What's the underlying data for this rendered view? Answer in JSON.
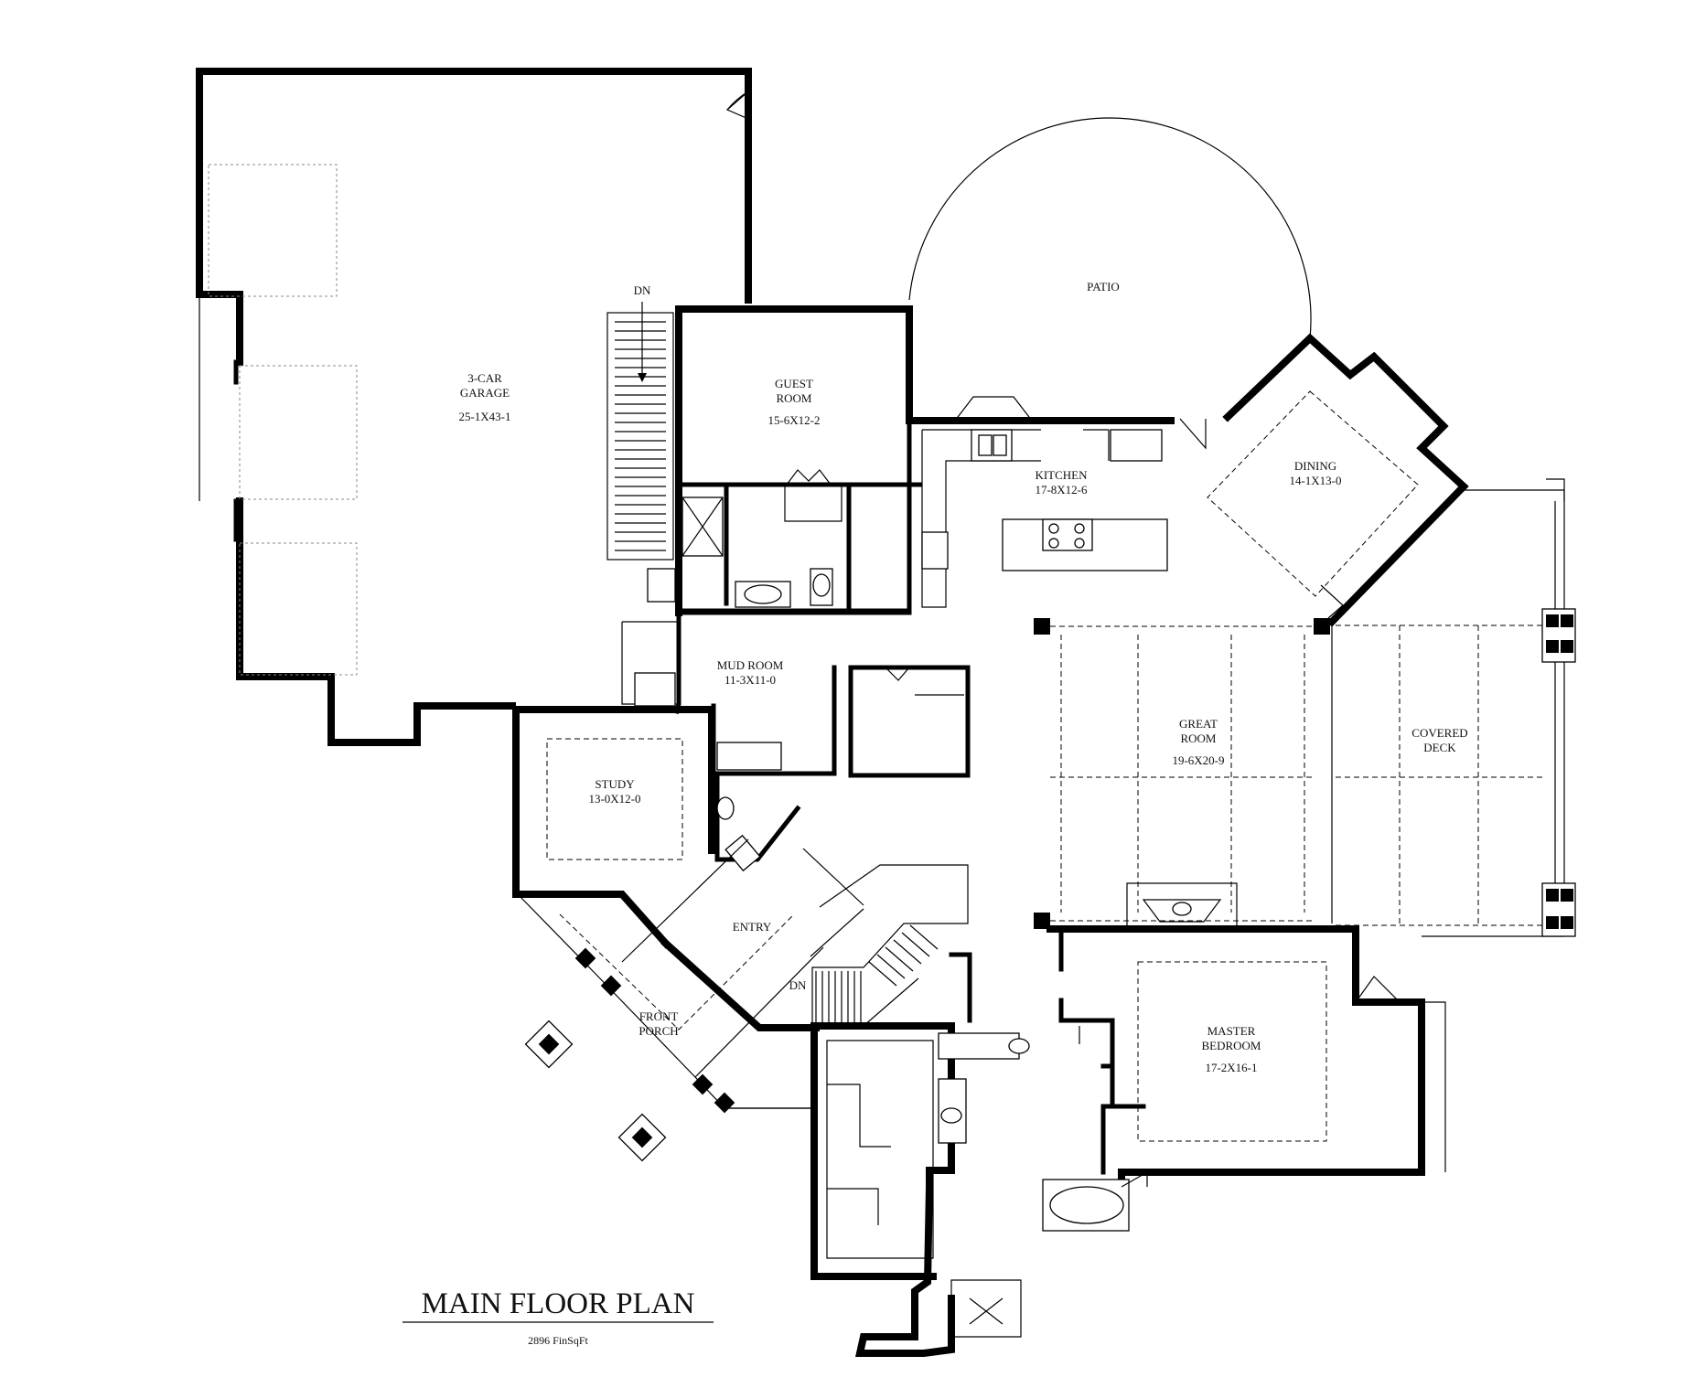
{
  "plan": {
    "title": "MAIN FLOOR PLAN",
    "subtitle": "2896 FinSqFt"
  },
  "rooms": {
    "garage": {
      "line1": "3-CAR",
      "line2": "GARAGE",
      "size": "25-1X43-1"
    },
    "guest": {
      "line1": "GUEST",
      "line2": "ROOM",
      "size": "15-6X12-2"
    },
    "patio": {
      "name": "PATIO"
    },
    "kitchen": {
      "name": "KITCHEN",
      "size": "17-8X12-6"
    },
    "dining": {
      "name": "DINING",
      "size": "14-1X13-0"
    },
    "mud": {
      "name": "MUD ROOM",
      "size": "11-3X11-0"
    },
    "great": {
      "line1": "GREAT",
      "line2": "ROOM",
      "size": "19-6X20-9"
    },
    "deck": {
      "line1": "COVERED",
      "line2": "DECK"
    },
    "study": {
      "name": "STUDY",
      "size": "13-0X12-0"
    },
    "entry": {
      "name": "ENTRY"
    },
    "porch": {
      "line1": "FRONT",
      "line2": "PORCH"
    },
    "master": {
      "line1": "MASTER",
      "line2": "BEDROOM",
      "size": "17-2X16-1"
    },
    "stair_down_top": {
      "name": "DN"
    },
    "stair_down_entry": {
      "name": "DN"
    }
  }
}
